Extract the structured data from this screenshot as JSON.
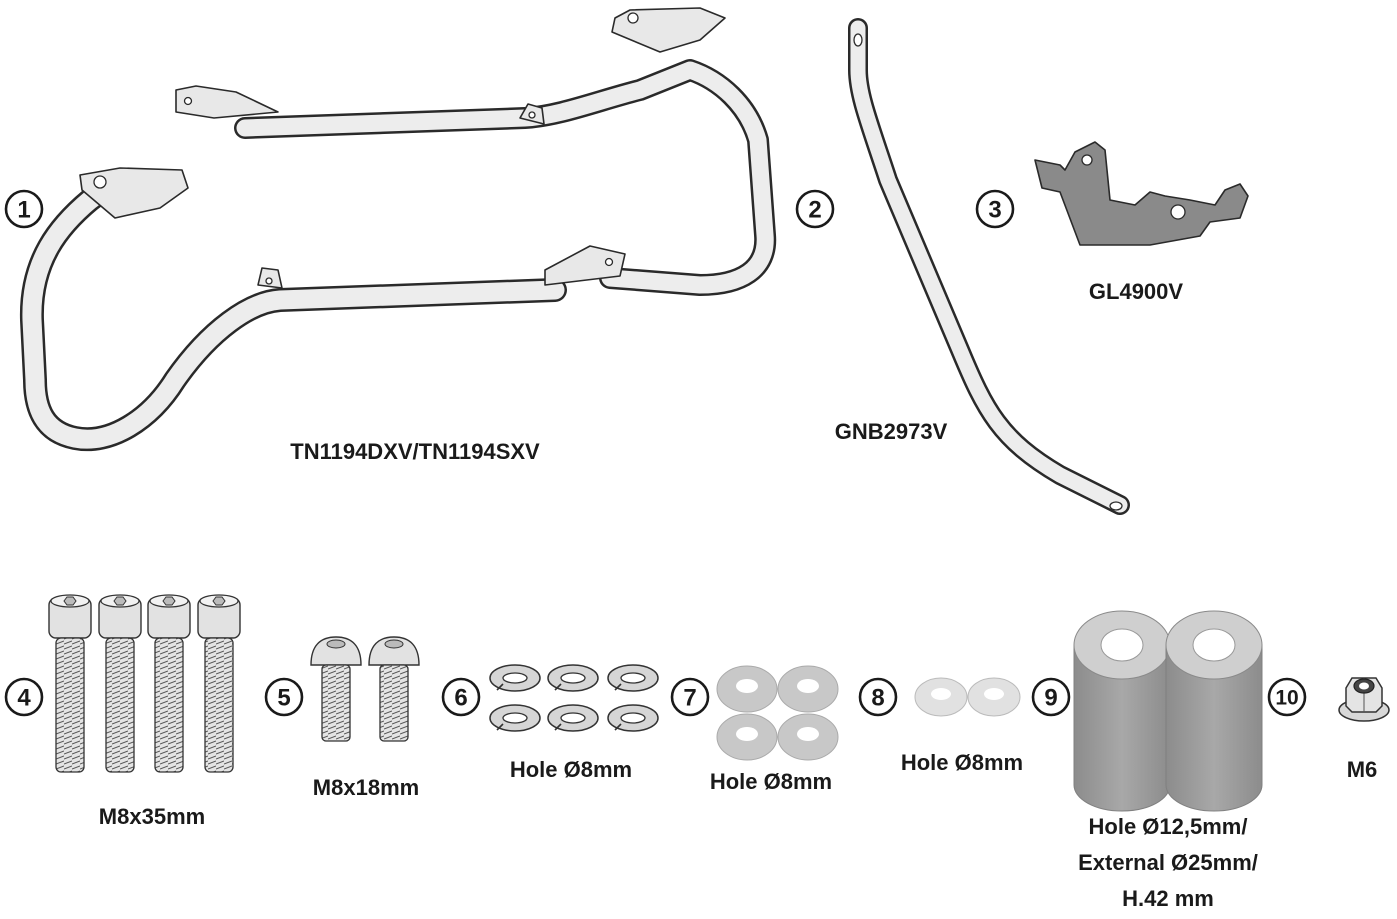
{
  "parts": [
    {
      "number": "1",
      "label": "TN1194DXV/TN1194SXV",
      "icon": "side-frame-pair-icon"
    },
    {
      "number": "2",
      "label": "GNB2973V",
      "icon": "support-bar-icon"
    },
    {
      "number": "3",
      "label": "GL4900V",
      "icon": "bracket-plate-icon"
    },
    {
      "number": "4",
      "label": "M8x35mm",
      "icon": "socket-cap-screw-icon"
    },
    {
      "number": "5",
      "label": "M8x18mm",
      "icon": "button-head-screw-icon"
    },
    {
      "number": "6",
      "label": "Hole Ø8mm",
      "icon": "split-lock-washer-icon"
    },
    {
      "number": "7",
      "label": "Hole Ø8mm",
      "icon": "flat-washer-icon"
    },
    {
      "number": "8",
      "label": "Hole Ø8mm",
      "icon": "thin-washer-icon"
    },
    {
      "number": "9",
      "label_lines": [
        "Hole Ø12,5mm/",
        "External Ø25mm/",
        "H.42 mm"
      ],
      "icon": "spacer-icon"
    },
    {
      "number": "10",
      "label": "M6",
      "icon": "flange-nut-icon"
    }
  ],
  "colors": {
    "line": "#2a2a2a",
    "metal_light": "#e8e8e8",
    "bracket_dark": "#8a8a8a",
    "spacer": "#9a9a9a"
  }
}
